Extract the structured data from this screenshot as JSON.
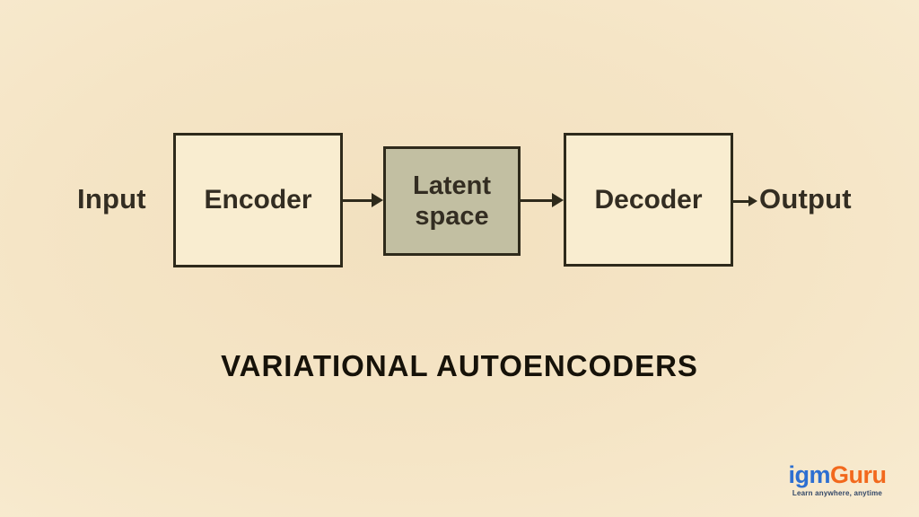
{
  "canvas": {
    "background_color": "#f5e5c6"
  },
  "diagram": {
    "input_label": "Input",
    "encoder_label": "Encoder",
    "latent_label": "Latent space",
    "decoder_label": "Decoder",
    "output_label": "Output",
    "flow_order": [
      "Input",
      "Encoder",
      "Latent space",
      "Decoder",
      "Output"
    ],
    "colors": {
      "box_fill": "#f9edd0",
      "latent_box_fill": "#c2bfa2",
      "box_border": "#2e2a1b",
      "arrow": "#2e2a1b",
      "label_text": "#332d22"
    }
  },
  "title": {
    "text": "VARIATIONAL AUTOENCODERS",
    "color": "#161209"
  },
  "logo": {
    "brand_part1": "igm",
    "brand_part2": "Guru",
    "tagline": "Learn anywhere, anytime",
    "colors": {
      "brand_part1": "#2d6fd1",
      "brand_part2": "#f2691d",
      "tagline": "#324767"
    }
  }
}
